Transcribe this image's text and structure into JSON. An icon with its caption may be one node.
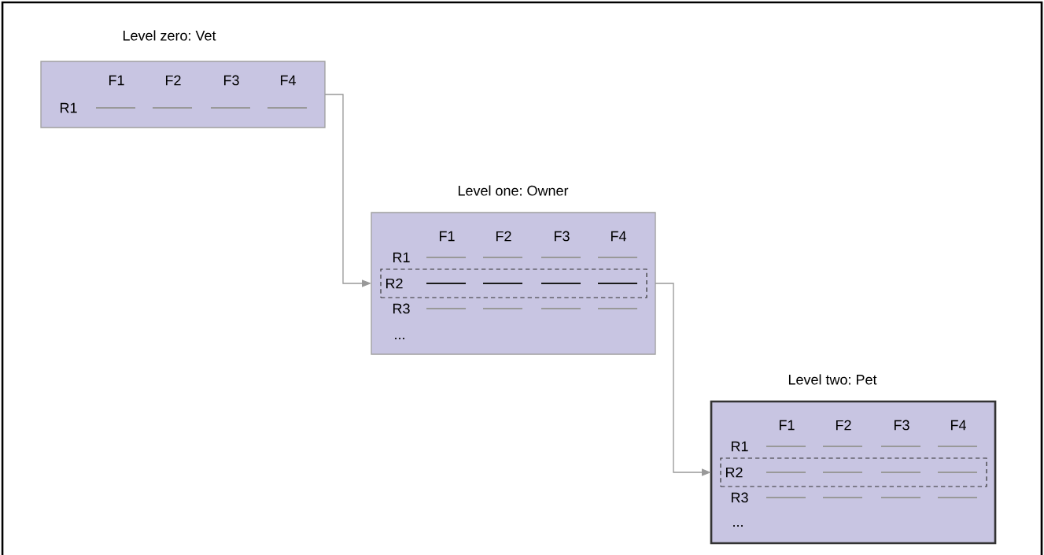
{
  "diagram": {
    "nodes": [
      {
        "text": [
          "Level zero: Vet",
          "F1",
          "F2",
          "F3",
          "F4",
          "R1"
        ]
      },
      {
        "text": [
          "Level one: Owner",
          "F1",
          "F2",
          "F3",
          "F4",
          "R1",
          "R3",
          "..."
        ]
      },
      {
        "text": [
          "R2"
        ],
        "in": 1
      },
      {
        "text": [
          "Level two: Pet",
          "F1",
          "F2",
          "F3",
          "F4",
          "R1",
          "R3",
          "..."
        ]
      },
      {
        "text": [
          "R2"
        ],
        "in": 3
      }
    ],
    "edges": [
      {
        "from": 0,
        "to": 1,
        "arrow": "to"
      },
      {
        "from": 1,
        "to": 3,
        "arrow": "to"
      }
    ]
  }
}
